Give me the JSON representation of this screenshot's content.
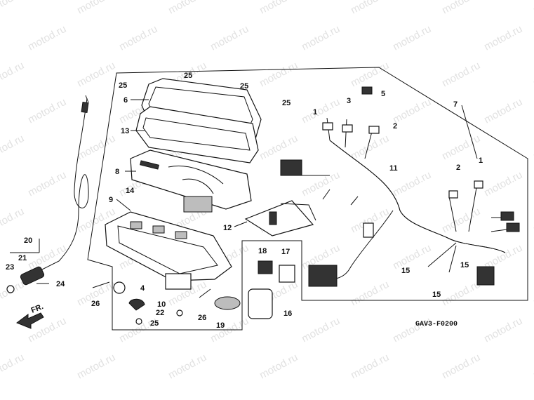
{
  "diagram": {
    "code": "GAV3-F0200",
    "front_marker": "FR.",
    "watermark": "motod.ru",
    "callouts": [
      {
        "id": "c1a",
        "label": "1"
      },
      {
        "id": "c1b",
        "label": "1"
      },
      {
        "id": "c2a",
        "label": "2"
      },
      {
        "id": "c2b",
        "label": "2"
      },
      {
        "id": "c3",
        "label": "3"
      },
      {
        "id": "c4",
        "label": "4"
      },
      {
        "id": "c5",
        "label": "5"
      },
      {
        "id": "c6",
        "label": "6"
      },
      {
        "id": "c7",
        "label": "7"
      },
      {
        "id": "c8",
        "label": "8"
      },
      {
        "id": "c9",
        "label": "9"
      },
      {
        "id": "c10",
        "label": "10"
      },
      {
        "id": "c11",
        "label": "11"
      },
      {
        "id": "c12",
        "label": "12"
      },
      {
        "id": "c13",
        "label": "13"
      },
      {
        "id": "c14",
        "label": "14"
      },
      {
        "id": "c15a",
        "label": "15"
      },
      {
        "id": "c15b",
        "label": "15"
      },
      {
        "id": "c15c",
        "label": "15"
      },
      {
        "id": "c16",
        "label": "16"
      },
      {
        "id": "c17",
        "label": "17"
      },
      {
        "id": "c18",
        "label": "18"
      },
      {
        "id": "c19",
        "label": "19"
      },
      {
        "id": "c20",
        "label": "20"
      },
      {
        "id": "c21",
        "label": "21"
      },
      {
        "id": "c22",
        "label": "22"
      },
      {
        "id": "c23",
        "label": "23"
      },
      {
        "id": "c24",
        "label": "24"
      },
      {
        "id": "c25a",
        "label": "25"
      },
      {
        "id": "c25b",
        "label": "25"
      },
      {
        "id": "c25c",
        "label": "25"
      },
      {
        "id": "c25d",
        "label": "25"
      },
      {
        "id": "c25e",
        "label": "25"
      },
      {
        "id": "c26a",
        "label": "26"
      },
      {
        "id": "c26b",
        "label": "26"
      }
    ]
  }
}
